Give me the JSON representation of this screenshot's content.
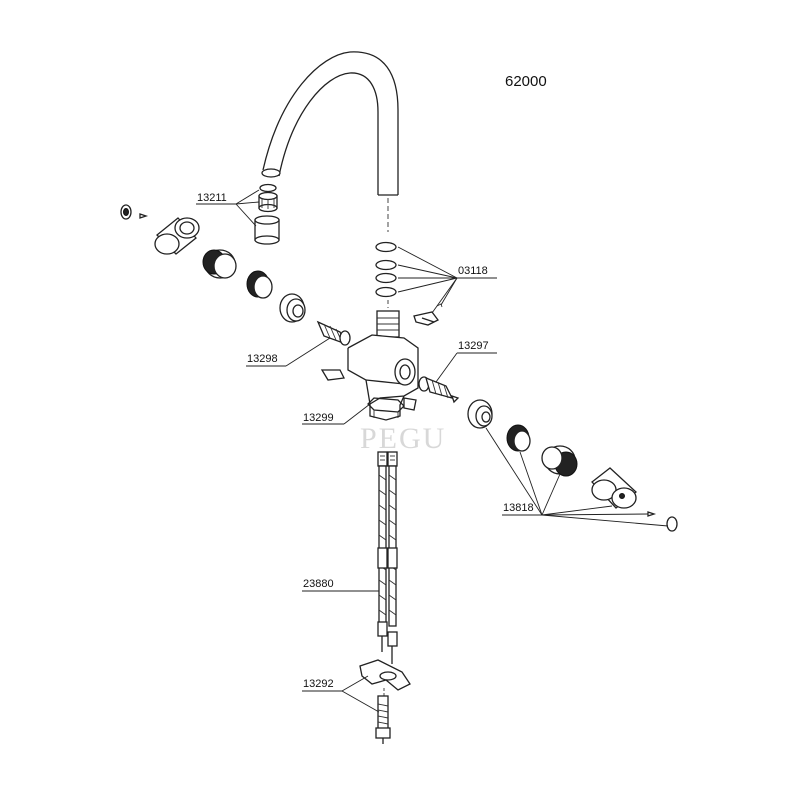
{
  "diagram": {
    "model_number": "62000",
    "watermark": {
      "brand": "PEGU",
      "tagline": ""
    },
    "labels": {
      "aerator": "13211",
      "seals": "03118",
      "left_cartridge": "13298",
      "right_cartridge": "13297",
      "body": "13299",
      "handle_kit": "13818",
      "hoses": "23880",
      "mounting": "13292"
    }
  }
}
